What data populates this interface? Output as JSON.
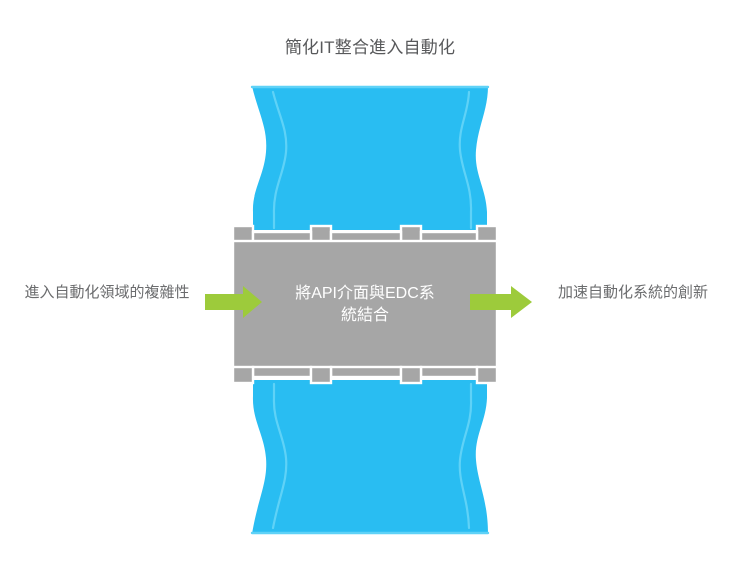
{
  "title": "簡化IT整合進入自動化",
  "captions": {
    "left": "進入自動化領域的複雜性",
    "right": "加速自動化系統的創新"
  },
  "module": {
    "label_line1": "將API介面與EDC系",
    "label_line2": "統結合",
    "label_full": "將API介面與EDC系統結合"
  },
  "colors": {
    "background": "#ffffff",
    "pipe": "#29bdf2",
    "pipe_highlight": "#5fd2f7",
    "module_gray": "#a6a6a6",
    "flange_gray": "#a6a6a6",
    "arrow_green": "#9dcb3b",
    "title_text": "#58595b",
    "caption_text": "#6b6c6e",
    "module_text": "#ffffff",
    "outline": "#ffffff"
  },
  "arrows": {
    "left_label": "inflow-arrow",
    "right_label": "outflow-arrow",
    "direction": "right"
  }
}
